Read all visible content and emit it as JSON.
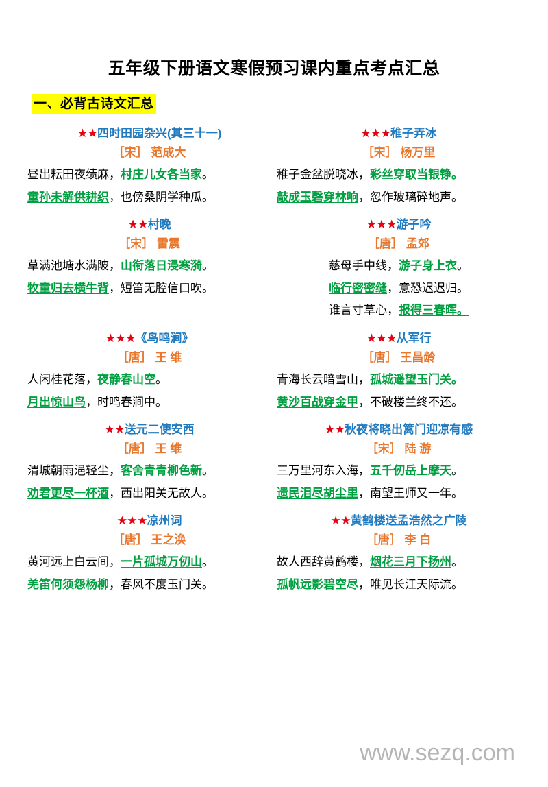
{
  "document": {
    "title": "五年级下册语文寒假预习课内重点考点汇总",
    "watermark": "www.sezq.com"
  },
  "section": {
    "header": "一、必背古诗文汇总",
    "highlight_color": "#ffff00"
  },
  "colors": {
    "star": "#e60012",
    "poem_title": "#1f7ac0",
    "author": "#e8762c",
    "highlight_text": "#00a040",
    "body_text": "#000000",
    "watermark": "#b5b5b5"
  },
  "poems": [
    {
      "stars": "★★",
      "title": "四时田园杂兴(其三十一)",
      "dynasty": "[宋]",
      "author": "范成大",
      "author_line": "［宋］ 范成大",
      "align": "left",
      "lines": [
        [
          {
            "t": "昼出耘田夜绩麻，",
            "hl": false
          },
          {
            "t": "村庄儿女各当家",
            "hl": true
          },
          {
            "t": "。",
            "hl": false
          }
        ],
        [
          {
            "t": "童孙未解供耕织",
            "hl": true
          },
          {
            "t": "，也傍桑阴学种瓜。",
            "hl": false
          }
        ]
      ]
    },
    {
      "stars": "★★★",
      "title": "稚子弄冰",
      "dynasty": "[宋]",
      "author": "杨万里",
      "author_line": "［宋］ 杨万里",
      "align": "left",
      "lines": [
        [
          {
            "t": "稚子金盆脱晓冰，",
            "hl": false
          },
          {
            "t": "彩丝穿取当银铮。",
            "hl": true
          }
        ],
        [
          {
            "t": "敲成玉磬穿林响",
            "hl": true
          },
          {
            "t": "，忽作玻璃碎地声。",
            "hl": false
          }
        ]
      ]
    },
    {
      "stars": "★★",
      "title": "村晚",
      "dynasty": "[宋]",
      "author": "雷震",
      "author_line": "［宋］ 雷震",
      "align": "left",
      "lines": [
        [
          {
            "t": "草满池塘水满陂，",
            "hl": false
          },
          {
            "t": "山衔落日浸寒漪",
            "hl": true
          },
          {
            "t": "。",
            "hl": false
          }
        ],
        [
          {
            "t": "牧童归去横牛背",
            "hl": true
          },
          {
            "t": "，短笛无腔信口吹。",
            "hl": false
          }
        ]
      ]
    },
    {
      "stars": "★★★",
      "title": "游子吟",
      "dynasty": "[唐]",
      "author": "孟郊",
      "author_line": "［唐］ 孟郊",
      "align": "center",
      "lines": [
        [
          {
            "t": "慈母手中线，",
            "hl": false
          },
          {
            "t": "游子身上衣",
            "hl": true
          },
          {
            "t": "。",
            "hl": false
          }
        ],
        [
          {
            "t": "临行密密缝",
            "hl": true
          },
          {
            "t": "，意恐迟迟归。",
            "hl": false
          }
        ],
        [
          {
            "t": "谁言寸草心，",
            "hl": false
          },
          {
            "t": "报得三春晖。",
            "hl": true
          }
        ]
      ]
    },
    {
      "stars": "★★★",
      "title": "《鸟鸣涧》",
      "dynasty": "[唐]",
      "author": "王 维",
      "author_line": "［唐］ 王 维",
      "align": "left",
      "lines": [
        [
          {
            "t": "人闲桂花落，",
            "hl": false
          },
          {
            "t": "夜静春山空",
            "hl": true
          },
          {
            "t": "。",
            "hl": false
          }
        ],
        [
          {
            "t": "月出惊山鸟",
            "hl": true
          },
          {
            "t": "，时鸣春涧中。",
            "hl": false
          }
        ]
      ]
    },
    {
      "stars": "★★★",
      "title": "从军行",
      "dynasty": "[唐]",
      "author": "王昌龄",
      "author_line": "［唐］ 王昌龄",
      "align": "left",
      "lines": [
        [
          {
            "t": "青海长云暗雪山，",
            "hl": false
          },
          {
            "t": "孤城遥望玉门关。",
            "hl": true
          }
        ],
        [
          {
            "t": "黄沙百战穿金甲",
            "hl": true
          },
          {
            "t": "，不破楼兰终不还。",
            "hl": false
          }
        ]
      ]
    },
    {
      "stars": "★★",
      "title": "送元二使安西",
      "dynasty": "[唐]",
      "author": "王 维",
      "author_line": "［唐］ 王 维",
      "align": "left",
      "lines": [
        [
          {
            "t": "渭城朝雨浥轻尘，",
            "hl": false
          },
          {
            "t": "客舍青青柳色新",
            "hl": true
          },
          {
            "t": "。",
            "hl": false
          }
        ],
        [
          {
            "t": "劝君更尽一杯酒",
            "hl": true
          },
          {
            "t": "，西出阳关无故人。",
            "hl": false
          }
        ]
      ]
    },
    {
      "stars": "★★",
      "title": "秋夜将晓出篱门迎凉有感",
      "dynasty": "[宋]",
      "author": "陆 游",
      "author_line": "［宋］ 陆 游",
      "align": "left",
      "lines": [
        [
          {
            "t": "三万里河东入海，",
            "hl": false
          },
          {
            "t": "五千仞岳上摩天",
            "hl": true
          },
          {
            "t": "。",
            "hl": false
          }
        ],
        [
          {
            "t": "遗民泪尽胡尘里",
            "hl": true
          },
          {
            "t": "，南望王师又一年。",
            "hl": false
          }
        ]
      ]
    },
    {
      "stars": "★★★",
      "title": "凉州词",
      "dynasty": "[唐]",
      "author": "王之涣",
      "author_line": "［唐］ 王之涣",
      "align": "left",
      "lines": [
        [
          {
            "t": "黄河远上白云间，",
            "hl": false
          },
          {
            "t": "一片孤城万仞山",
            "hl": true
          },
          {
            "t": "。",
            "hl": false
          }
        ],
        [
          {
            "t": "羌笛何须怨杨柳",
            "hl": true
          },
          {
            "t": "，春风不度玉门关。",
            "hl": false
          }
        ]
      ]
    },
    {
      "stars": "★★",
      "title": "黄鹤楼送孟浩然之广陵",
      "dynasty": "[唐]",
      "author": "李 白",
      "author_line": "［唐］ 李 白",
      "align": "left",
      "lines": [
        [
          {
            "t": "故人西辞黄鹤楼，",
            "hl": false
          },
          {
            "t": "烟花三月下扬州",
            "hl": true
          },
          {
            "t": "。",
            "hl": false
          }
        ],
        [
          {
            "t": "孤帆远影碧空尽",
            "hl": true
          },
          {
            "t": "，唯见长江天际流。",
            "hl": false
          }
        ]
      ]
    }
  ]
}
